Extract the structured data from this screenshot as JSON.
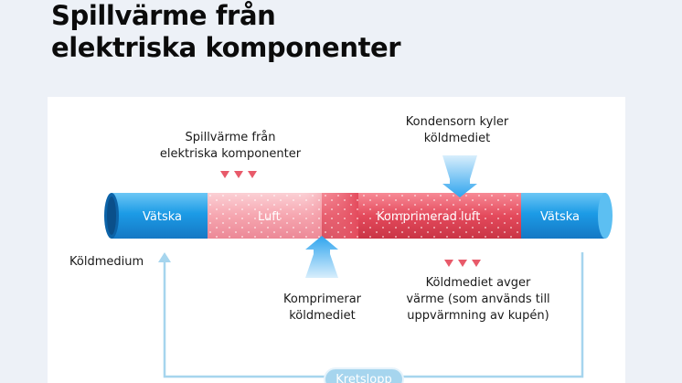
{
  "title": {
    "line1": "Spillvärme från",
    "line2": "elektriska komponenter"
  },
  "diagram": {
    "segments": {
      "liquid_left": "Vätska",
      "air": "Luft",
      "compressed_air": "Komprimerad luft",
      "liquid_right": "Vätska"
    },
    "labels": {
      "waste_heat_line1": "Spillvärme från",
      "waste_heat_line2": "elektriska komponenter",
      "condenser_line1": "Kondensorn kyler",
      "condenser_line2": "köldmediet",
      "refrigerant": "Köldmedium",
      "compress_line1": "Komprimerar",
      "compress_line2": "köldmediet",
      "heat_release_line1": "Köldmediet avger",
      "heat_release_line2": "värme (som används till",
      "heat_release_line3": "uppvärmning av kupén)"
    },
    "loop_label": "Kretslopp"
  },
  "colors": {
    "background": "#edf1f7",
    "panel": "#ffffff",
    "liquid_blue": "#1e9be6",
    "air_pink": "#f6aab4",
    "compressed_red": "#e34a5c",
    "arrow_blue": "#3aaaf0",
    "loop_line": "#a6d5ee",
    "heat_triangle": "#e85a6a"
  },
  "icons": [
    "heat-triangle-icon",
    "condenser-arrow-icon",
    "compressor-arrow-icon",
    "loop-arrow-icon"
  ]
}
